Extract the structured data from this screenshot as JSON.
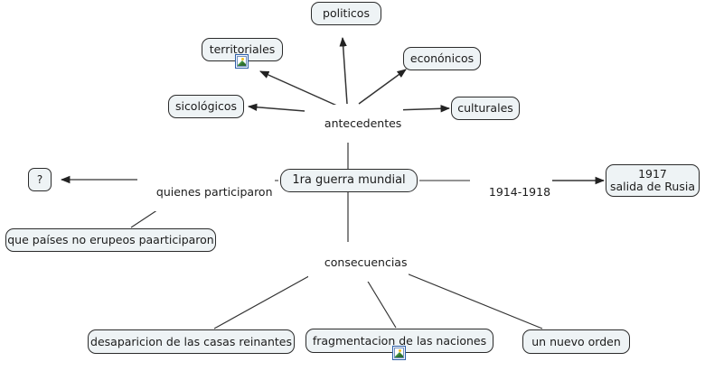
{
  "diagram": {
    "title": "1ra guerra mundial",
    "type": "concept-map",
    "background": "#ffffff",
    "node_fill": "#eef3f5",
    "node_border": "#2b2b2b",
    "line_color": "#333333"
  },
  "center": {
    "label": "1ra guerra mundial"
  },
  "hubs": {
    "antecedentes": "antecedentes",
    "consecuencias": "consecuencias"
  },
  "link_labels": {
    "quienes_participaron": "quienes participaron",
    "anios": "1914-1918"
  },
  "nodes": {
    "politicos": "politicos",
    "territoriales": "territoriales",
    "sicologicos": "sicológicos",
    "econonicos": "econónicos",
    "culturales": "culturales",
    "question": "?",
    "paises_no_europeos": "que países no erupeos paarticiparon",
    "salida_rusia": "1917\nsalida de Rusia",
    "desaparicion": "desaparicion de las casas reinantes",
    "fragmentacion": "fragmentacion de las naciones",
    "nuevo_orden": "un nuevo orden"
  },
  "icons": {
    "territoriales_image": "image-icon",
    "fragmentacion_image": "image-icon"
  }
}
